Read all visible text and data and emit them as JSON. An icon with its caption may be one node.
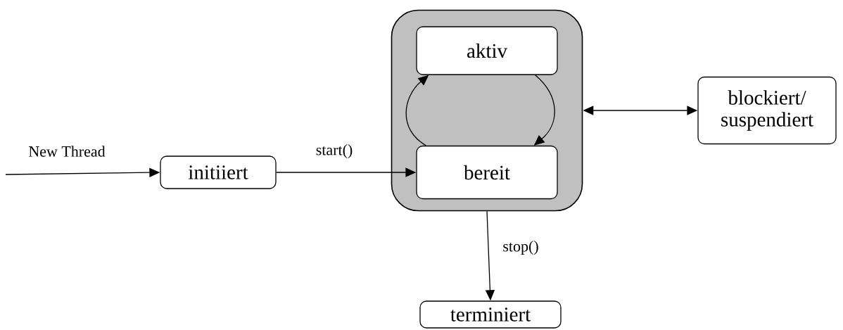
{
  "diagram": {
    "nodes": [
      {
        "text": [],
        "shape": "box"
      },
      {
        "text": [
          "aktiv"
        ],
        "in": 0
      },
      {
        "text": [
          "bereit"
        ],
        "in": 0
      },
      {
        "text": [
          "initiiert"
        ]
      },
      {
        "text": [
          "blockiert/ suspendiert"
        ]
      },
      {
        "text": [
          "terminiert"
        ]
      }
    ],
    "edges": [
      {
        "from": null,
        "to": 3,
        "arrow": "to",
        "label": "New Thread"
      },
      {
        "from": 3,
        "to": 2,
        "arrow": "to",
        "label": "start()"
      },
      {
        "from": 1,
        "to": 2,
        "arrow": "to"
      },
      {
        "from": 2,
        "to": 1,
        "arrow": "to"
      },
      {
        "from": 0,
        "to": 4,
        "arrow": "both"
      },
      {
        "from": 0,
        "to": 5,
        "arrow": "to",
        "label": "stop()"
      }
    ]
  }
}
